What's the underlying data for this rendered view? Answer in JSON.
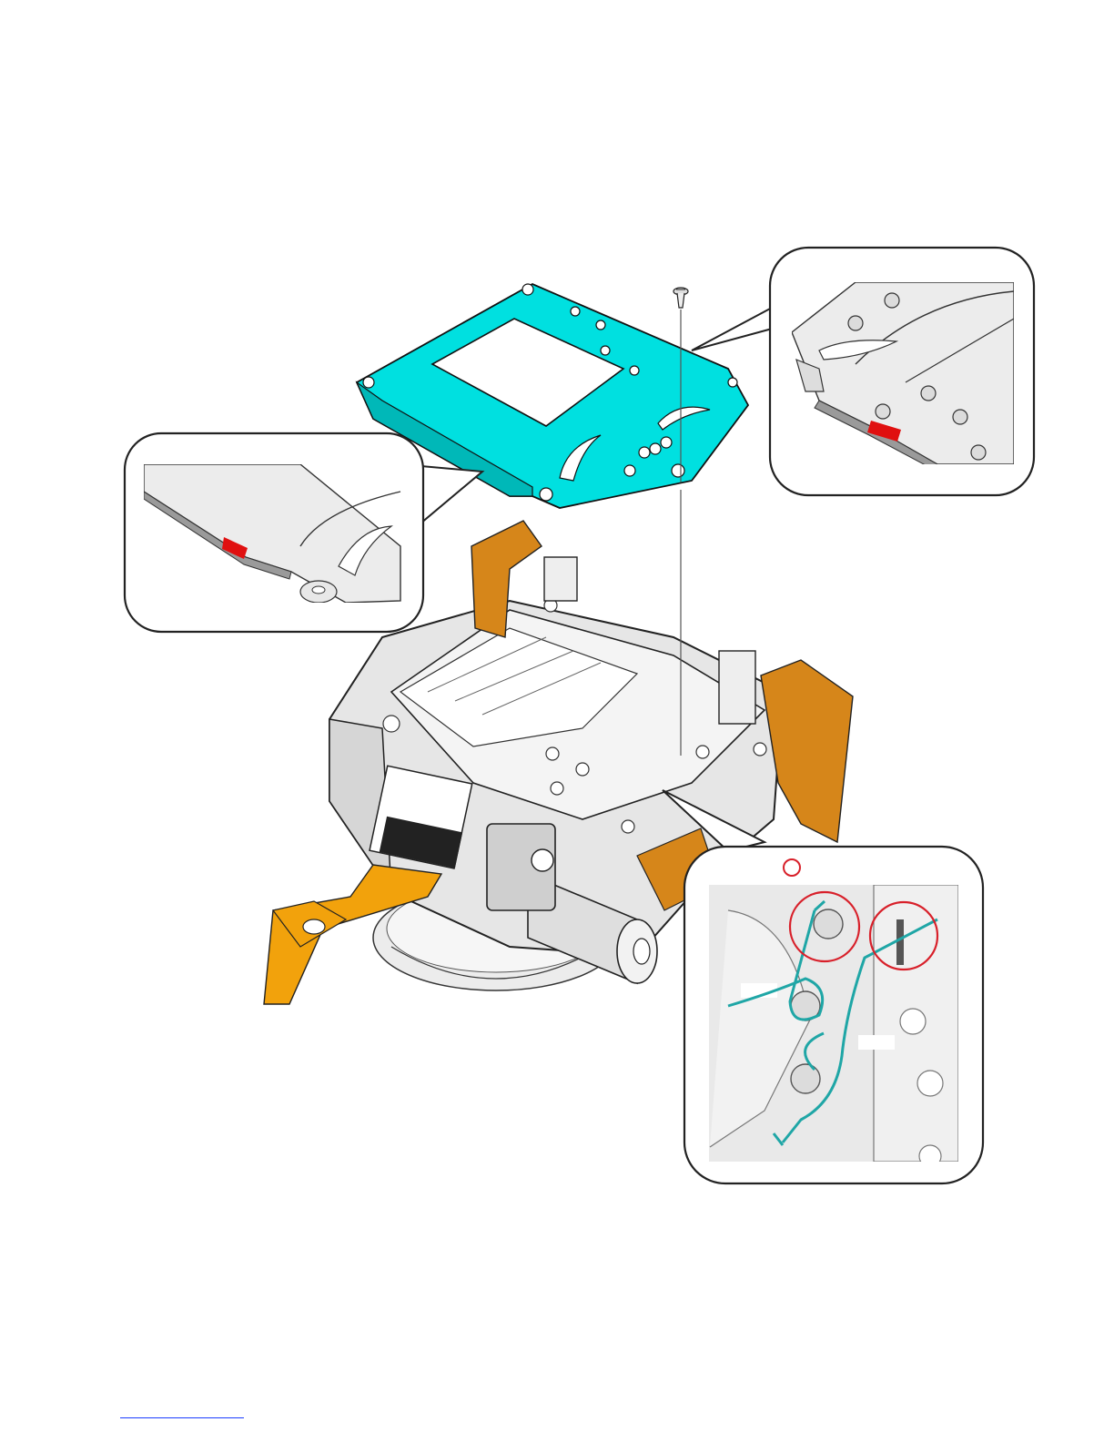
{
  "figure": {
    "kind": "exploded-assembly-illustration",
    "highlight_colors": {
      "removed_part": "#00e0e0",
      "flex_cable": "#f2a20c",
      "tape": "#d6861a",
      "contact_mark": "#e60000",
      "spring": "#1fa6a6",
      "callout_circle": "#d8202a"
    },
    "callouts": [
      {
        "name": "detail-left-edge"
      },
      {
        "name": "detail-right-edge"
      },
      {
        "name": "detail-spring-hooks",
        "mark": "circle-indicator"
      }
    ],
    "icons": [
      "screw-icon",
      "spring-icon"
    ]
  }
}
